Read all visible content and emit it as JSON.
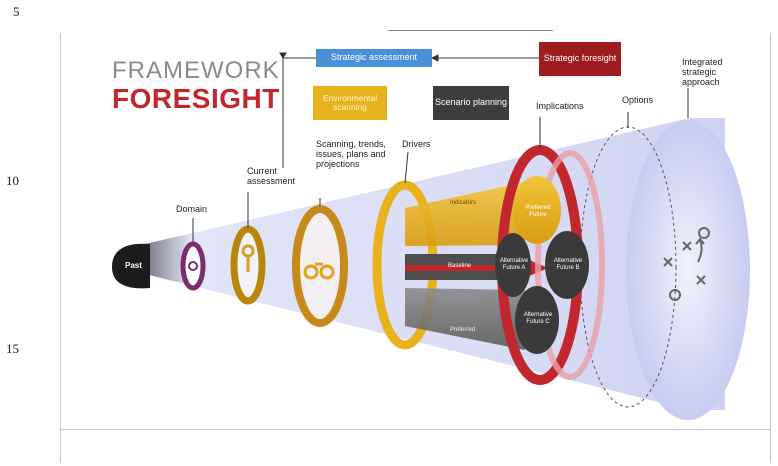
{
  "line_numbers": [
    "5",
    "10",
    "15"
  ],
  "figure": {
    "title_line1": "FRAMEWORK",
    "title_line2": "FORESIGHT",
    "boxes": {
      "strategic_assessment": "Strategic assessment",
      "strategic_foresight": "Strategic foresight",
      "environmental_scanning": "Environmental scanning",
      "scenario_planning": "Scenario planning"
    },
    "stage_labels": {
      "past": "Past",
      "domain": "Domain",
      "current_assessment": "Current assessment",
      "scanning": "Scanning, trends, issues, plans and projections",
      "drivers": "Drivers",
      "implications": "Implications",
      "options": "Options",
      "integrated": "Integrated strategic approach"
    },
    "inner_labels": {
      "indicators": "Indicators",
      "baseline": "Baseline",
      "preferred": "Preferred",
      "preferred_future": "Preferred Future",
      "alt_future_a": "Alternative Future A",
      "alt_future_b": "Alternative Future B",
      "alt_future_c": "Alternative Future C"
    },
    "colors": {
      "brand_gray": "#8a8a8a",
      "brand_red": "#c1272d",
      "blue_box": "#4a90d9",
      "red_box": "#9e1b1e",
      "gold": "#e8b21c",
      "dark_box": "#3d3d3d",
      "cone": "#c9cdf0"
    }
  }
}
